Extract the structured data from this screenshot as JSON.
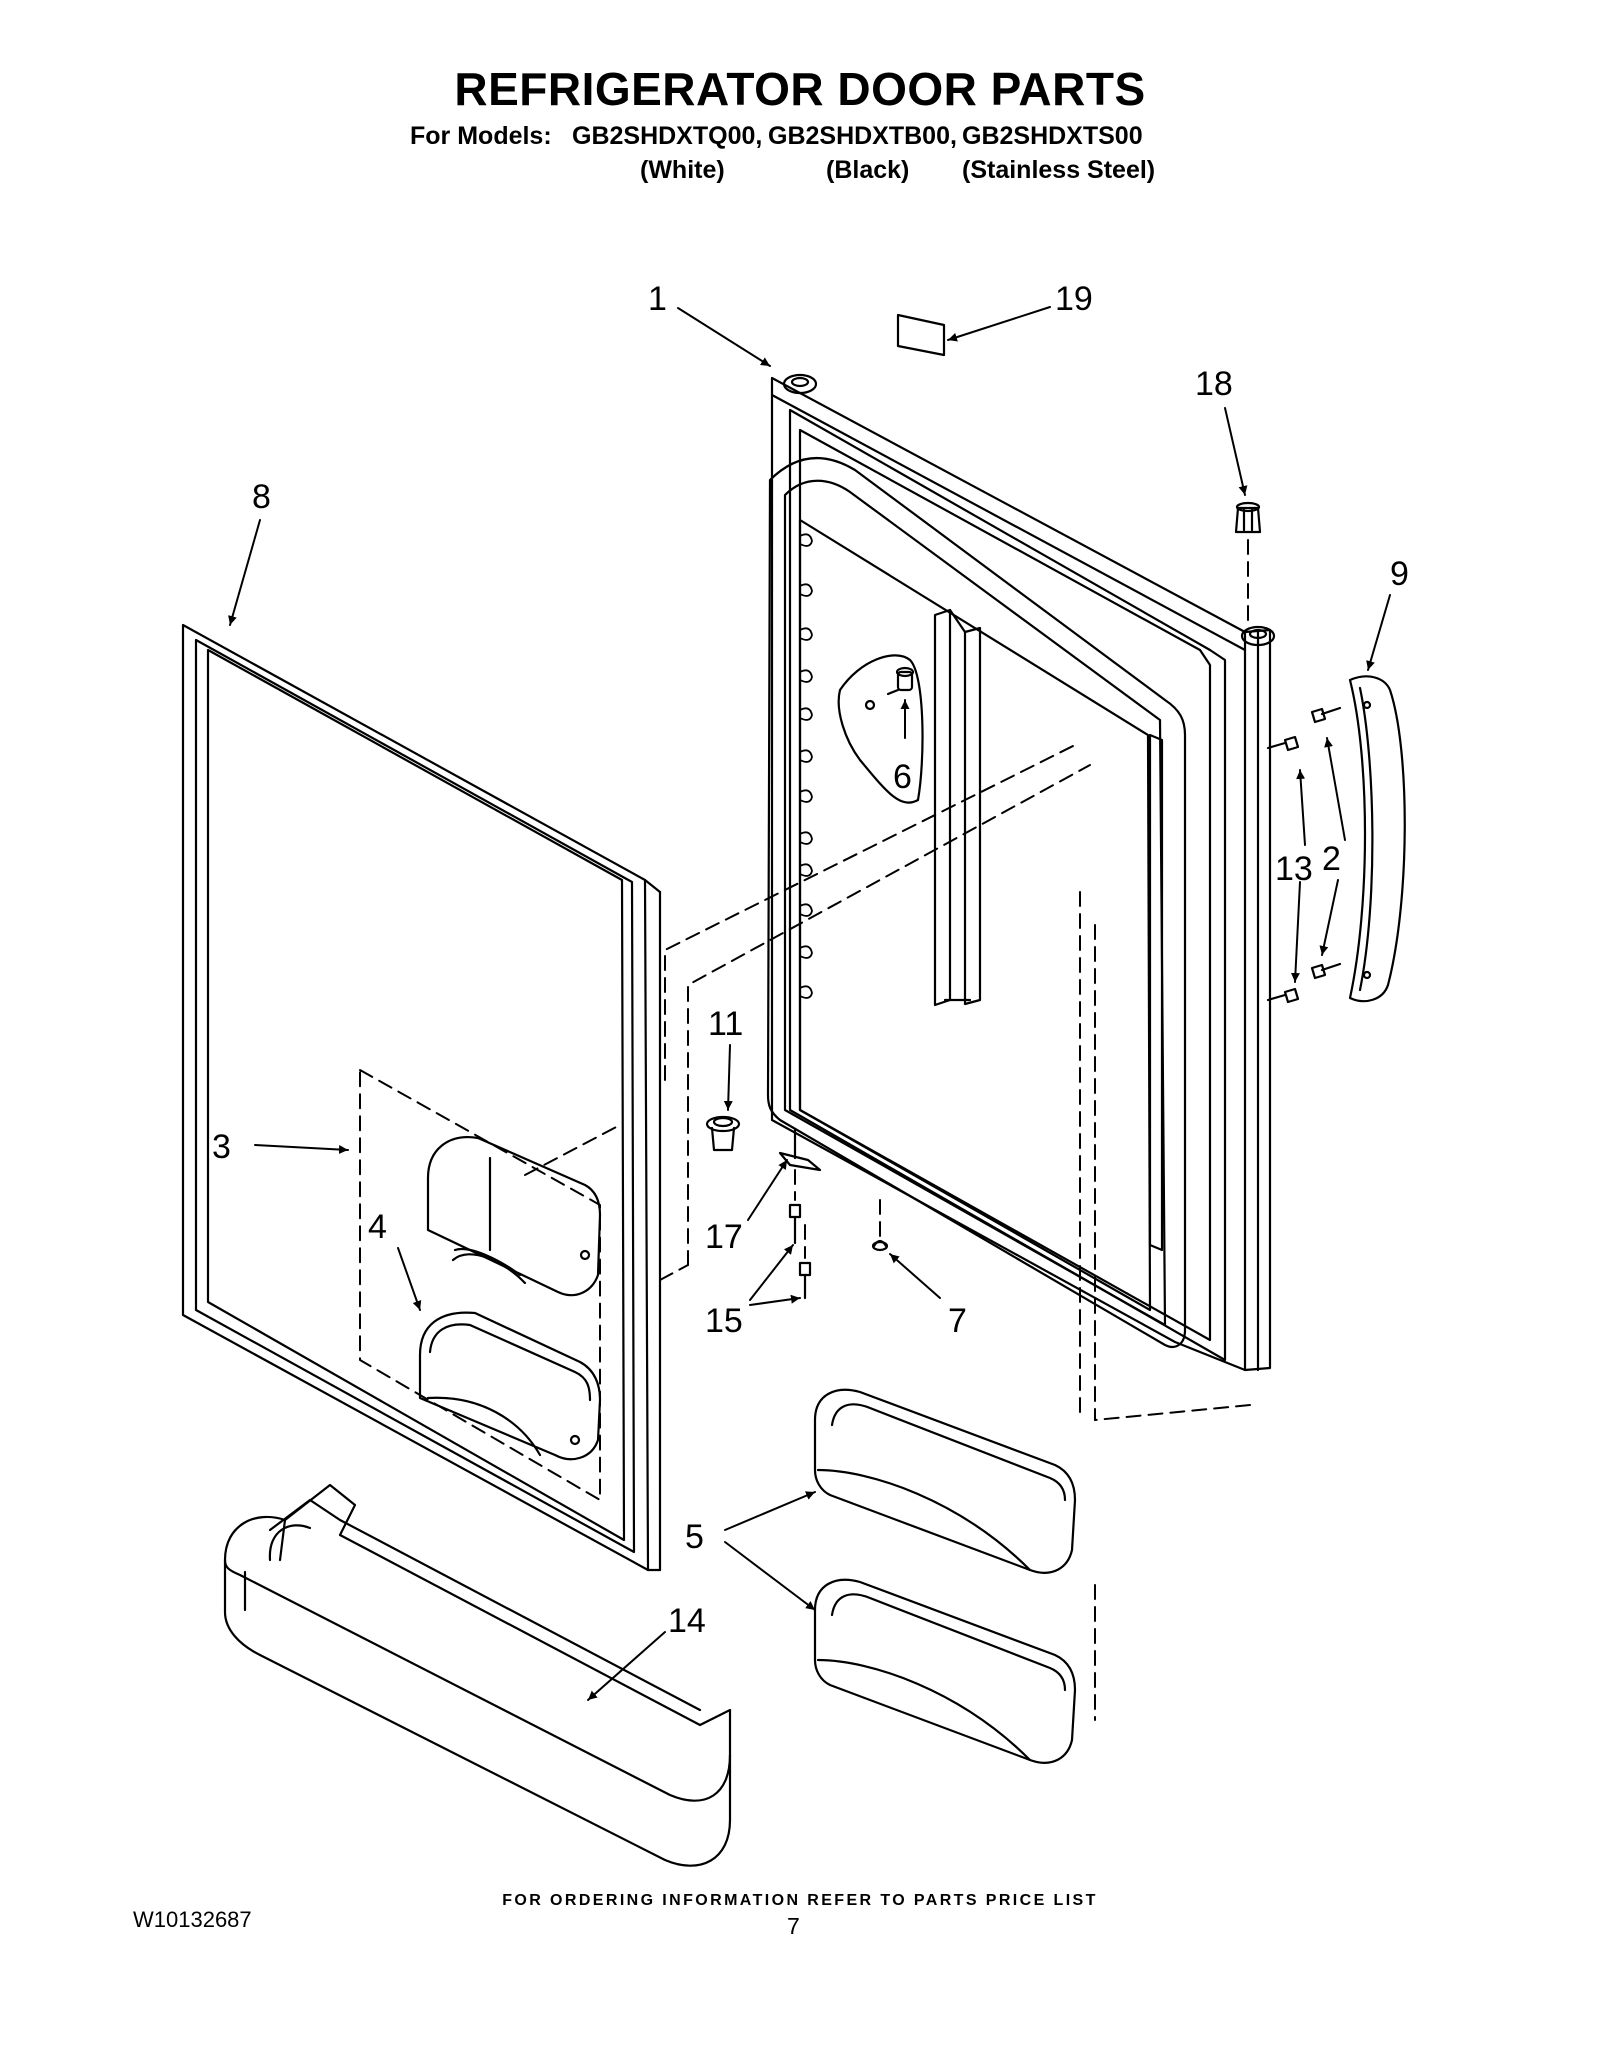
{
  "page": {
    "title": "REFRIGERATOR DOOR PARTS",
    "models_prefix": "For Models:",
    "models": [
      {
        "number": "GB2SHDXTQ00,",
        "finish": "(White)"
      },
      {
        "number": "GB2SHDXTB00,",
        "finish": "(Black)"
      },
      {
        "number": "GB2SHDXTS00",
        "finish": "(Stainless Steel)"
      }
    ],
    "footer_note": "FOR ORDERING INFORMATION REFER TO PARTS PRICE LIST",
    "document_number": "W10132687",
    "page_number": "7"
  },
  "callouts": {
    "c1": "1",
    "c2": "2",
    "c3": "3",
    "c4": "4",
    "c5": "5",
    "c6": "6",
    "c7": "7",
    "c8": "8",
    "c9": "9",
    "c11": "11",
    "c13": "13",
    "c14": "14",
    "c15": "15",
    "c17": "17",
    "c18": "18",
    "c19": "19"
  }
}
